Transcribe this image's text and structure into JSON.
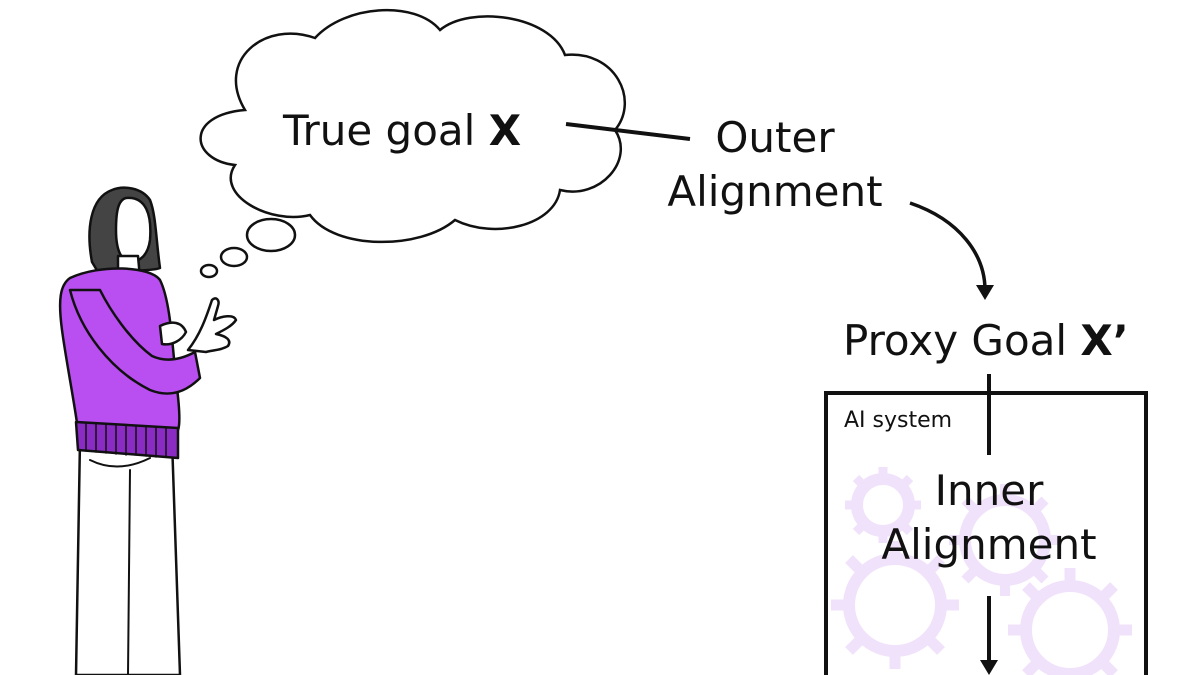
{
  "diagram": {
    "true_goal": {
      "text": "True goal ",
      "emphasis": "X"
    },
    "outer_alignment": {
      "line1": "Outer",
      "line2": "Alignment"
    },
    "proxy_goal": {
      "text": "Proxy Goal ",
      "emphasis": "X’"
    },
    "ai_system": {
      "label": "AI system"
    },
    "inner_alignment": {
      "line1": "Inner",
      "line2": "Alignment"
    }
  },
  "colors": {
    "ink": "#111111",
    "sweater": "#b94ff0",
    "sweater_band": "#8a2bc4",
    "gear_tint": "#f1e2fb",
    "background": "#ffffff"
  },
  "icons": {
    "person": "person-thinking-illustration",
    "cloud": "thought-cloud",
    "gears": "gears-icon"
  }
}
